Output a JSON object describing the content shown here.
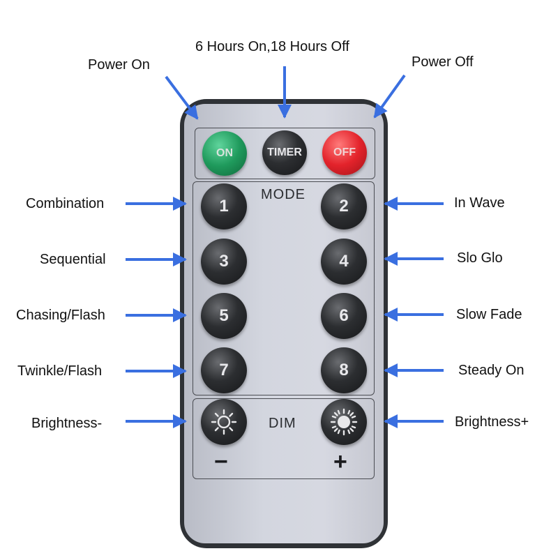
{
  "callouts": {
    "power_on": "Power On",
    "timer": "6 Hours On,18 Hours Off",
    "power_off": "Power Off",
    "combination": "Combination",
    "in_wave": "In Wave",
    "sequential": "Sequential",
    "slo_glo": "Slo Glo",
    "chasing_flash": "Chasing/Flash",
    "slow_fade": "Slow Fade",
    "twinkle_flash": "Twinkle/Flash",
    "steady_on": "Steady On",
    "brightness_minus": "Brightness-",
    "brightness_plus": "Brightness+"
  },
  "remote": {
    "on_label": "ON",
    "timer_label": "TIMER",
    "off_label": "OFF",
    "mode_label": "MODE",
    "mode_buttons": [
      "1",
      "2",
      "3",
      "4",
      "5",
      "6",
      "7",
      "8"
    ],
    "dim_label": "DIM",
    "minus": "−",
    "plus": "+"
  },
  "colors": {
    "arrow": "#3a6fe0",
    "on_button": "#1f9a5c",
    "off_button": "#e3232b",
    "button": "#1f2022",
    "remote_face": "#d3d6df",
    "remote_frame": "#2f3236"
  },
  "icons": {
    "dim_minus": "sun-outline-icon",
    "dim_plus": "sun-filled-icon"
  }
}
